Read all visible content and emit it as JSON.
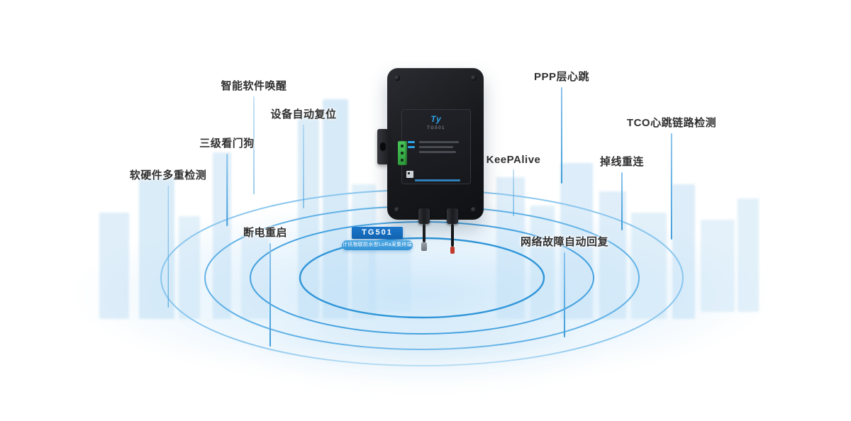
{
  "badge": {
    "model": "TG501",
    "subtitle": "计讯物联防水型LoRa采集终端"
  },
  "device": {
    "logo": "Ty",
    "label_model": "TG501"
  },
  "features": {
    "left": [
      {
        "label": "智能软件唤醒"
      },
      {
        "label": "设备自动复位"
      },
      {
        "label": "三级看门狗"
      },
      {
        "label": "软硬件多重检测"
      },
      {
        "label": "断电重启"
      }
    ],
    "right": [
      {
        "label": "PPP层心跳"
      },
      {
        "label": "TCO心跳链路检测"
      },
      {
        "label": "KeePAlive"
      },
      {
        "label": "掉线重连"
      },
      {
        "label": "网络故障自动回复"
      }
    ]
  },
  "colors": {
    "ring_outer": "#8ac6ee",
    "ring_mid1": "#63b2e6",
    "ring_mid2": "#46a2df",
    "ring_inner": "#2f95d8",
    "accent": "#1e88d2",
    "badge_dark": "#1467b8",
    "badge_light": "#3f9fe0"
  }
}
